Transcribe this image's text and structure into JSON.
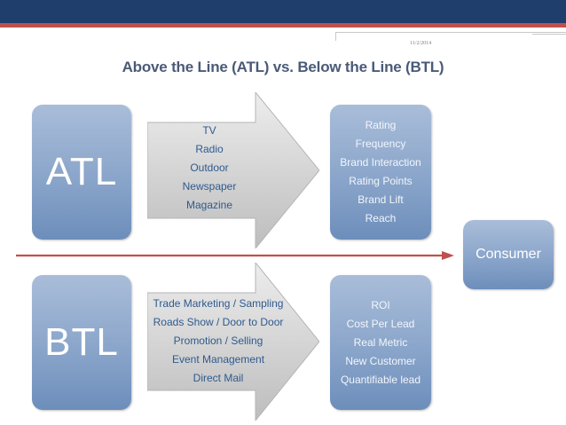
{
  "date": "11/2/2014",
  "title": "Above the Line (ATL) vs. Below the Line (BTL)",
  "atl": {
    "label": "ATL",
    "media": [
      "TV",
      "Radio",
      "Outdoor",
      "Newspaper",
      "Magazine"
    ],
    "metrics": [
      "Rating",
      "Frequency",
      "Brand Interaction",
      "Rating Points",
      "Brand Lift",
      "Reach"
    ]
  },
  "btl": {
    "label": "BTL",
    "media": [
      "Trade Marketing / Sampling",
      "Roads Show / Door to Door",
      "Promotion / Selling",
      "Event Management",
      "Direct Mail"
    ],
    "metrics": [
      "ROI",
      "Cost Per Lead",
      "Real Metric",
      "New Customer",
      "Quantifiable lead"
    ]
  },
  "consumer": "Consumer",
  "colors": {
    "header": "#1f3e6c",
    "header_accent": "#c0504d",
    "title": "#4a5a78",
    "box_fill": "#8aa5ca",
    "arrow_fill": "#cfcfcf",
    "arrow_text": "#2e5a8e",
    "timeline": "#c0504d"
  }
}
